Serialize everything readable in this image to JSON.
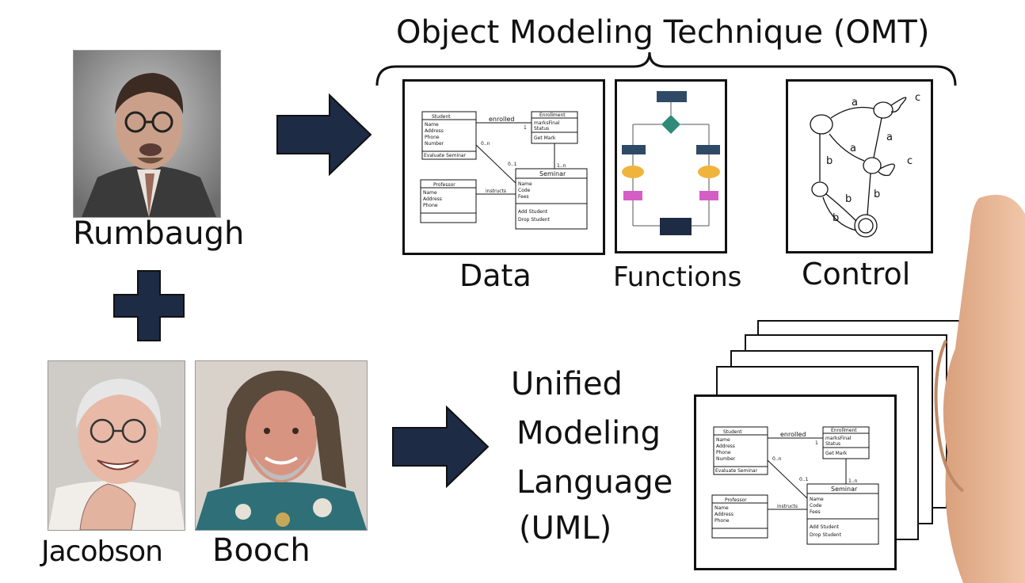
{
  "people": {
    "rumbaugh": "Rumbaugh",
    "jacobson": "Jacobson",
    "booch": "Booch"
  },
  "omt": {
    "title": "Object Modeling Technique (OMT)",
    "panels": [
      "Data",
      "Functions",
      "Control"
    ]
  },
  "uml": {
    "line1": "Unified",
    "line2": "Modeling",
    "line3": "Language",
    "line4": "(UML)"
  },
  "class_diagram": {
    "student": "Student",
    "student_attrs": [
      "Name",
      "Address",
      "Phone",
      "Number"
    ],
    "student_ops": "Evaluate Seminar",
    "enrolled": "enrolled",
    "enrollment": "Enrollment",
    "enrollment_attrs": [
      "marksFinal",
      "Status"
    ],
    "enrollment_ops": "Get Mark",
    "professor": "Professor",
    "professor_attrs": [
      "Name",
      "Address",
      "Phone"
    ],
    "instructs": "instructs",
    "seminar": "Seminar",
    "seminar_attrs": [
      "Name",
      "Code",
      "Fees"
    ],
    "seminar_ops": [
      "Add Student",
      "Drop Student"
    ],
    "mult_0n": "0..n",
    "mult_1n": "1..n",
    "mult_1": "1",
    "mult_0_1": "0..1"
  },
  "state_diagram": {
    "labels": [
      "a",
      "c",
      "a",
      "a",
      "b",
      "c",
      "b",
      "b",
      "b"
    ]
  },
  "colors": {
    "arrow": "#1d2b45",
    "ink": "#111111",
    "flow_box": "#2f4a66",
    "flow_diamond": "#2e8b79",
    "flow_oval": "#f0b43c",
    "flow_pink": "#d45fc4"
  }
}
